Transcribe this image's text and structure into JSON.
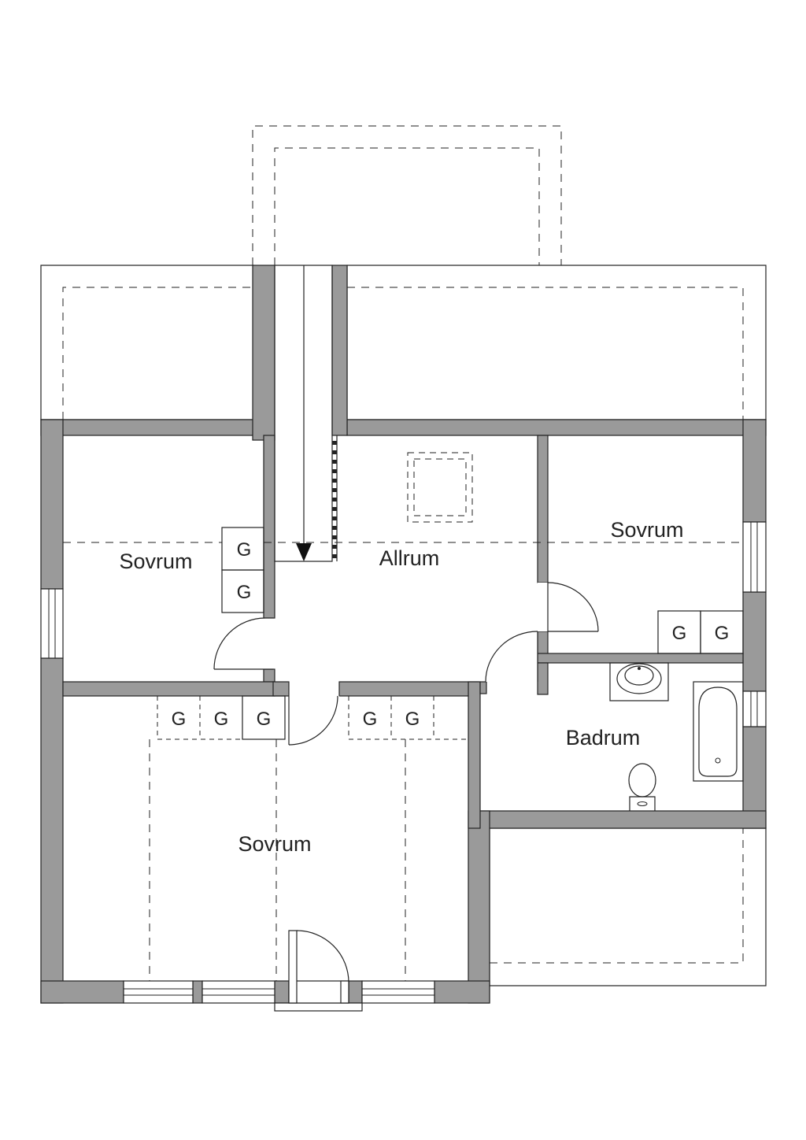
{
  "rooms": {
    "sovrum_left": "Sovrum",
    "allrum": "Allrum",
    "sovrum_right": "Sovrum",
    "badrum": "Badrum",
    "sovrum_bottom": "Sovrum"
  },
  "wardrobe_label": "G"
}
